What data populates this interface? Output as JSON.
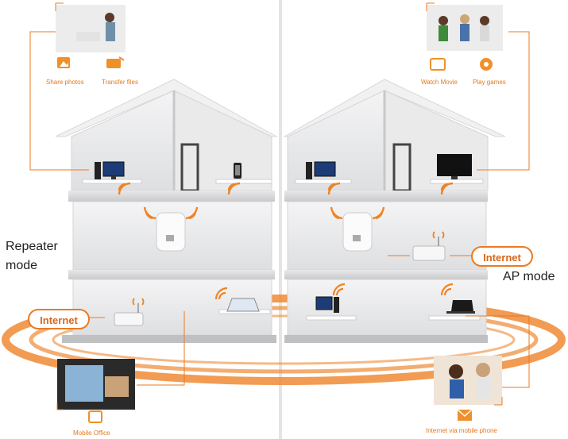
{
  "left": {
    "mode_line1": "Repeater",
    "mode_line2": "mode",
    "internet": "Internet"
  },
  "right": {
    "mode": "AP mode",
    "internet": "Internet"
  },
  "captions": {
    "share_photos": "Share photos",
    "transfer_files": "Transfer files",
    "watch_movie": "Watch Movie",
    "play_games": "Play games",
    "mobile_office": "Mobile Office",
    "internet_via_phone": "Internet via mobile phone"
  },
  "colors": {
    "accent": "#ec7a22",
    "wall": "#e9e9ea",
    "floor": "#cfd0d2",
    "roof": "#f2f2f3"
  }
}
